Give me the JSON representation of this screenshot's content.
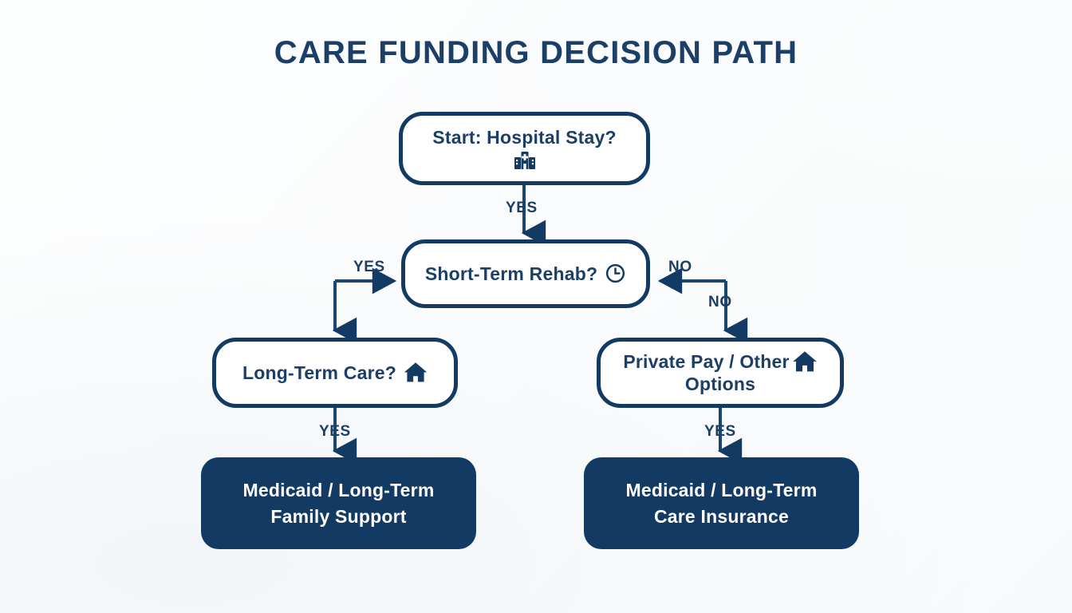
{
  "title": "CARE FUNDING DECISION PATH",
  "theme": {
    "navy": "#123a63",
    "text_navy": "#1b3f66",
    "white": "#ffffff",
    "background": "#fbfcfd"
  },
  "nodes": {
    "start": {
      "label": "Start: Hospital Stay?",
      "icon": "hospital-icon",
      "type": "decision"
    },
    "rehab": {
      "label": "Short-Term Rehab?",
      "icon": "clock-icon",
      "type": "decision"
    },
    "ltc": {
      "label": "Long-Term Care?",
      "icon": "house-icon",
      "type": "decision"
    },
    "private": {
      "line1": "Private Pay / Other",
      "line2": "Options",
      "icon": "house-icon",
      "type": "decision"
    },
    "family": {
      "line1": "Medicaid / Long-Term",
      "line2": "Family Support",
      "type": "terminal"
    },
    "insurance": {
      "line1": "Medicaid / Long-Term",
      "line2": "Care Insurance",
      "type": "terminal"
    }
  },
  "edges": {
    "start_to_rehab": "YES",
    "rehab_to_ltc": "YES",
    "rehab_no_loop": "NO",
    "no_to_private": "NO",
    "ltc_to_family": "YES",
    "private_to_insurance": "YES"
  }
}
